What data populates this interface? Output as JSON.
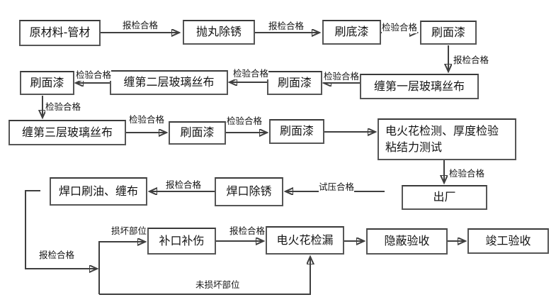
{
  "diagram": {
    "type": "flowchart",
    "background_color": "#ffffff",
    "line_color": "#3f3f3f",
    "arrowhead_color": "#151515",
    "box_border_color": "#565656",
    "text_color": "#141414",
    "nodes": [
      {
        "id": "raw-material",
        "label": "原材料-管材"
      },
      {
        "id": "shot-blast-derust",
        "label": "抛丸除锈"
      },
      {
        "id": "brush-primer",
        "label": "刷底漆"
      },
      {
        "id": "brush-topcoat-1",
        "label": "刷面漆"
      },
      {
        "id": "wrap-fiberglass-layer-1",
        "label": "缠第一层玻璃丝布"
      },
      {
        "id": "brush-topcoat-2",
        "label": "刷面漆"
      },
      {
        "id": "wrap-fiberglass-layer-2",
        "label": "缠第二层玻璃丝布"
      },
      {
        "id": "brush-topcoat-3",
        "label": "刷面漆"
      },
      {
        "id": "wrap-fiberglass-layer-3",
        "label": "缠第三层玻璃丝布"
      },
      {
        "id": "brush-topcoat-4",
        "label": "刷面漆"
      },
      {
        "id": "brush-topcoat-5",
        "label": "刷面漆"
      },
      {
        "id": "spark-thickness-adhesion-test",
        "label": "电火花检测、厚度检验\n粘结力测试"
      },
      {
        "id": "leave-factory",
        "label": "出厂"
      },
      {
        "id": "weld-joint-derust",
        "label": "焊口除锈"
      },
      {
        "id": "weld-joint-oil-wrap",
        "label": "焊口刷油、缠布"
      },
      {
        "id": "patch-repair",
        "label": "补口补伤"
      },
      {
        "id": "spark-leak-test",
        "label": "电火花检漏"
      },
      {
        "id": "concealed-acceptance",
        "label": "隐蔽验收"
      },
      {
        "id": "completion-acceptance",
        "label": "竣工验收"
      }
    ],
    "edges": [
      {
        "from": "raw-material",
        "to": "shot-blast-derust",
        "label": "报检合格"
      },
      {
        "from": "shot-blast-derust",
        "to": "brush-primer",
        "label": "报检合格"
      },
      {
        "from": "brush-primer",
        "to": "brush-topcoat-1",
        "label": "检验合格"
      },
      {
        "from": "brush-topcoat-1",
        "to": "wrap-fiberglass-layer-1",
        "label": "报检合格"
      },
      {
        "from": "wrap-fiberglass-layer-1",
        "to": "brush-topcoat-2",
        "label": "检验合格"
      },
      {
        "from": "brush-topcoat-2",
        "to": "wrap-fiberglass-layer-2",
        "label": "检验合格"
      },
      {
        "from": "wrap-fiberglass-layer-2",
        "to": "brush-topcoat-3",
        "label": "检验合格"
      },
      {
        "from": "brush-topcoat-3",
        "to": "wrap-fiberglass-layer-3",
        "label": "检验合格"
      },
      {
        "from": "wrap-fiberglass-layer-3",
        "to": "brush-topcoat-4",
        "label": "检验合格"
      },
      {
        "from": "brush-topcoat-4",
        "to": "brush-topcoat-5",
        "label": "检验合格"
      },
      {
        "from": "brush-topcoat-5",
        "to": "spark-thickness-adhesion-test",
        "label": ""
      },
      {
        "from": "spark-thickness-adhesion-test",
        "to": "leave-factory",
        "label": "检验合格"
      },
      {
        "from": "leave-factory",
        "to": "weld-joint-derust",
        "label": "试压合格"
      },
      {
        "from": "weld-joint-derust",
        "to": "weld-joint-oil-wrap",
        "label": "报检合格"
      },
      {
        "from": "weld-joint-oil-wrap",
        "to": "branch-junction",
        "label": "报检合格"
      },
      {
        "from": "branch-junction",
        "to": "patch-repair",
        "label": "损坏部位"
      },
      {
        "from": "patch-repair",
        "to": "spark-leak-test",
        "label": "报检合格"
      },
      {
        "from": "branch-junction",
        "to": "spark-leak-test",
        "label": "未损坏部位"
      },
      {
        "from": "spark-leak-test",
        "to": "concealed-acceptance",
        "label": ""
      },
      {
        "from": "concealed-acceptance",
        "to": "completion-acceptance",
        "label": ""
      }
    ]
  }
}
